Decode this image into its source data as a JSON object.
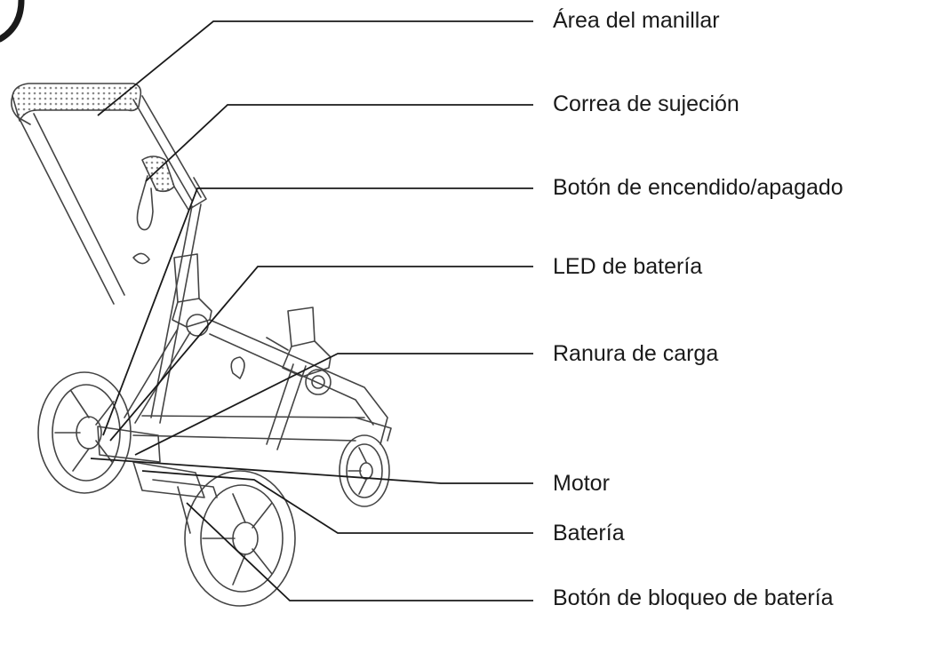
{
  "callouts": [
    {
      "id": "handlebar",
      "label": "Área del manillar"
    },
    {
      "id": "strap",
      "label": "Correa de sujeción"
    },
    {
      "id": "power",
      "label": "Botón de encendido/apagado"
    },
    {
      "id": "led",
      "label": "LED de batería"
    },
    {
      "id": "charge",
      "label": "Ranura de carga"
    },
    {
      "id": "motor",
      "label": "Motor"
    },
    {
      "id": "battery",
      "label": "Batería"
    },
    {
      "id": "lock",
      "label": "Botón de bloqueo de batería"
    }
  ]
}
